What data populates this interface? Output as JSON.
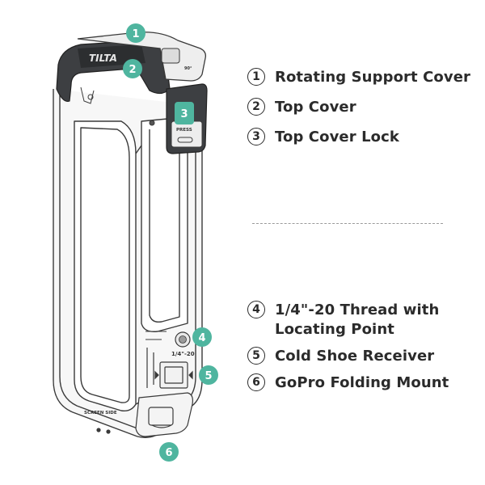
{
  "callouts": {
    "c1": "1",
    "c2": "2",
    "c3": "3",
    "c4": "4",
    "c5": "5",
    "c6": "6"
  },
  "product_labels": {
    "brand": "TILTA",
    "angle": "90°",
    "press": "PRESS",
    "thread": "1/4\"-20",
    "screen_side": "SCREEN SIDE"
  },
  "legend_top": [
    {
      "number": "1",
      "label": "Rotating Support Cover"
    },
    {
      "number": "2",
      "label": "Top Cover"
    },
    {
      "number": "3",
      "label": "Top Cover Lock"
    }
  ],
  "legend_bottom": [
    {
      "number": "4",
      "label_line1": "1/4\"-20 Thread with",
      "label_line2": "Locating Point"
    },
    {
      "number": "5",
      "label_line1": "Cold Shoe Receiver",
      "label_line2": ""
    },
    {
      "number": "6",
      "label_line1": "GoPro Folding Mount",
      "label_line2": ""
    }
  ],
  "colors": {
    "callout_teal": "#4fb59f",
    "outline": "#3a3a3a",
    "dark_cover": "#3d3f42",
    "text": "#2b2b2b"
  }
}
